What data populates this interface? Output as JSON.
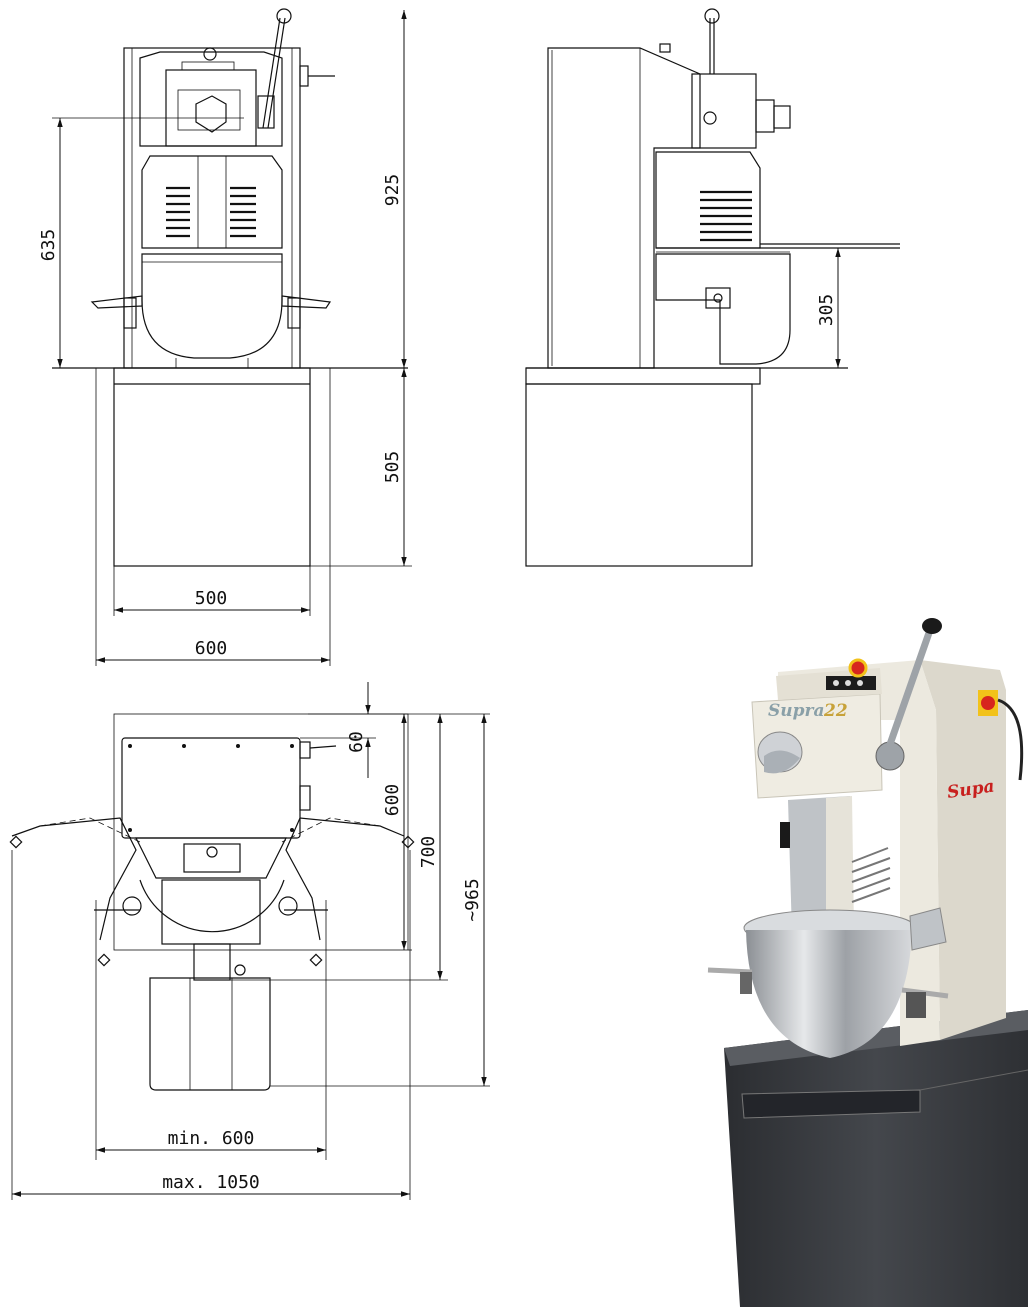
{
  "dimensions": {
    "front_height_to_spindle": "635",
    "total_height": "925",
    "stand_height": "505",
    "stand_width": "500",
    "overall_width": "600",
    "bowl_height": "305",
    "top_offset": "60",
    "body_depth": "600",
    "depth_to_bowl_center": "700",
    "overall_depth": "~965",
    "min_width": "min. 600",
    "max_width": "max. 1050"
  },
  "photo": {
    "brand_label": "Supra",
    "model_label": "22",
    "side_logo": "Supa"
  },
  "colors": {
    "line": "#111111",
    "machine_body": "#ece9df",
    "stand": "#3b3e42",
    "steel": "#b8bcc0",
    "emergency_red": "#d7261e",
    "switch_yellow": "#f2c21a"
  }
}
